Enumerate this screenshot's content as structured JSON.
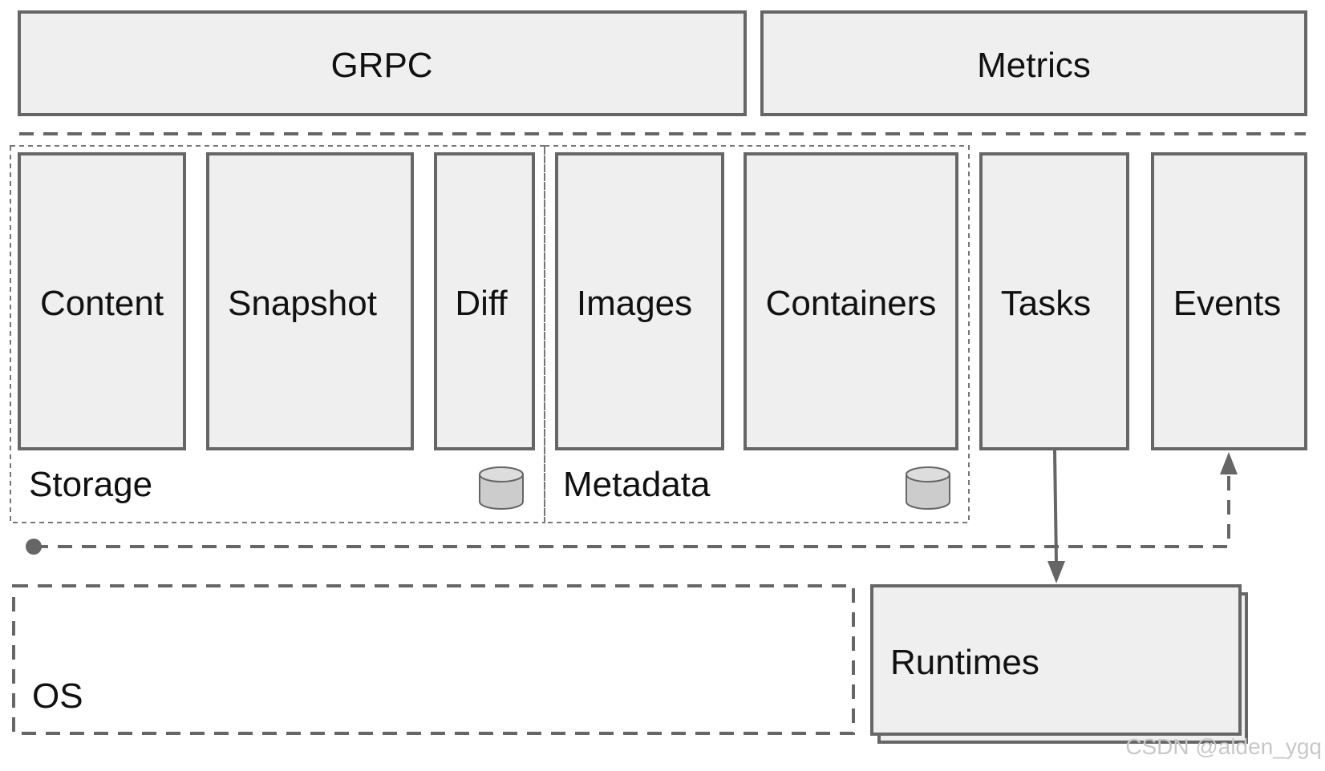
{
  "top_boxes": {
    "grpc": "GRPC",
    "metrics": "Metrics"
  },
  "services": {
    "content": "Content",
    "snapshot": "Snapshot",
    "diff": "Diff",
    "images": "Images",
    "containers": "Containers",
    "tasks": "Tasks",
    "events": "Events"
  },
  "groups": {
    "storage": "Storage",
    "metadata": "Metadata"
  },
  "bottom": {
    "os": "OS",
    "runtimes": "Runtimes"
  },
  "watermark": "CSDN @alden_ygq",
  "icons": [
    "database-icon",
    "database-icon",
    "arrow-down-icon",
    "arrow-up-icon"
  ],
  "colors": {
    "box_fill": "#efefef",
    "stroke": "#666666",
    "text": "#111111"
  }
}
